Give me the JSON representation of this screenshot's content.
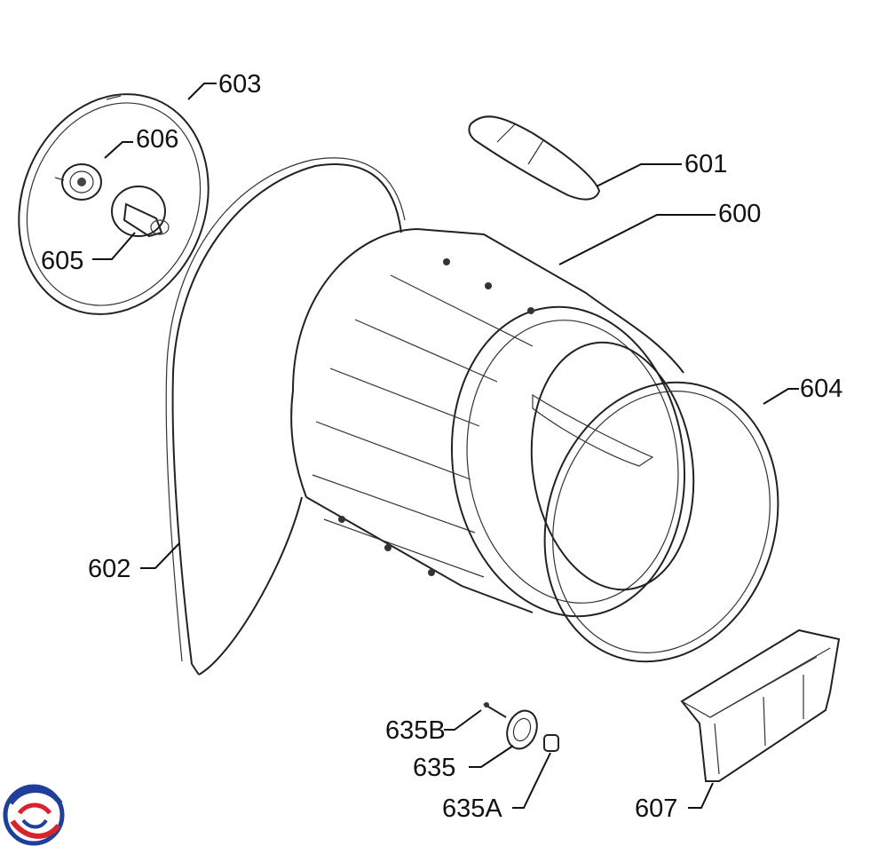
{
  "diagram": {
    "labels": {
      "p603": "603",
      "p606": "606",
      "p605": "605",
      "p601": "601",
      "p600": "600",
      "p604": "604",
      "p602": "602",
      "p635B": "635B",
      "p635": "635",
      "p635A": "635A",
      "p607": "607"
    },
    "logo": {
      "colors": [
        "#1f3f9a",
        "#d8232a"
      ]
    }
  }
}
